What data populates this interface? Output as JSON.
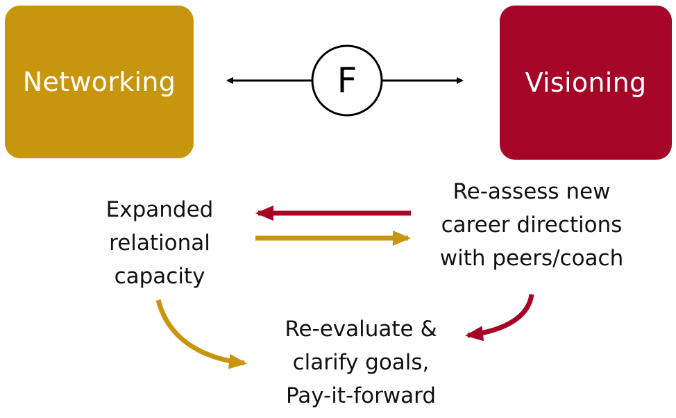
{
  "colors": {
    "gold": "#C8960E",
    "crimson": "#A50526",
    "arrow_black": "#000000"
  },
  "nodes": {
    "networking": {
      "label": "Networking"
    },
    "visioning": {
      "label": "Visioning"
    },
    "facilitator": {
      "label": "F"
    },
    "expanded": {
      "lines": [
        "Expanded",
        "relational",
        "capacity"
      ]
    },
    "reassess": {
      "lines": [
        "Re-assess new",
        "career directions",
        "with peers/coach"
      ]
    },
    "reevaluate": {
      "lines": [
        "Re-evaluate &",
        "clarify goals,",
        "Pay-it-forward"
      ]
    }
  }
}
